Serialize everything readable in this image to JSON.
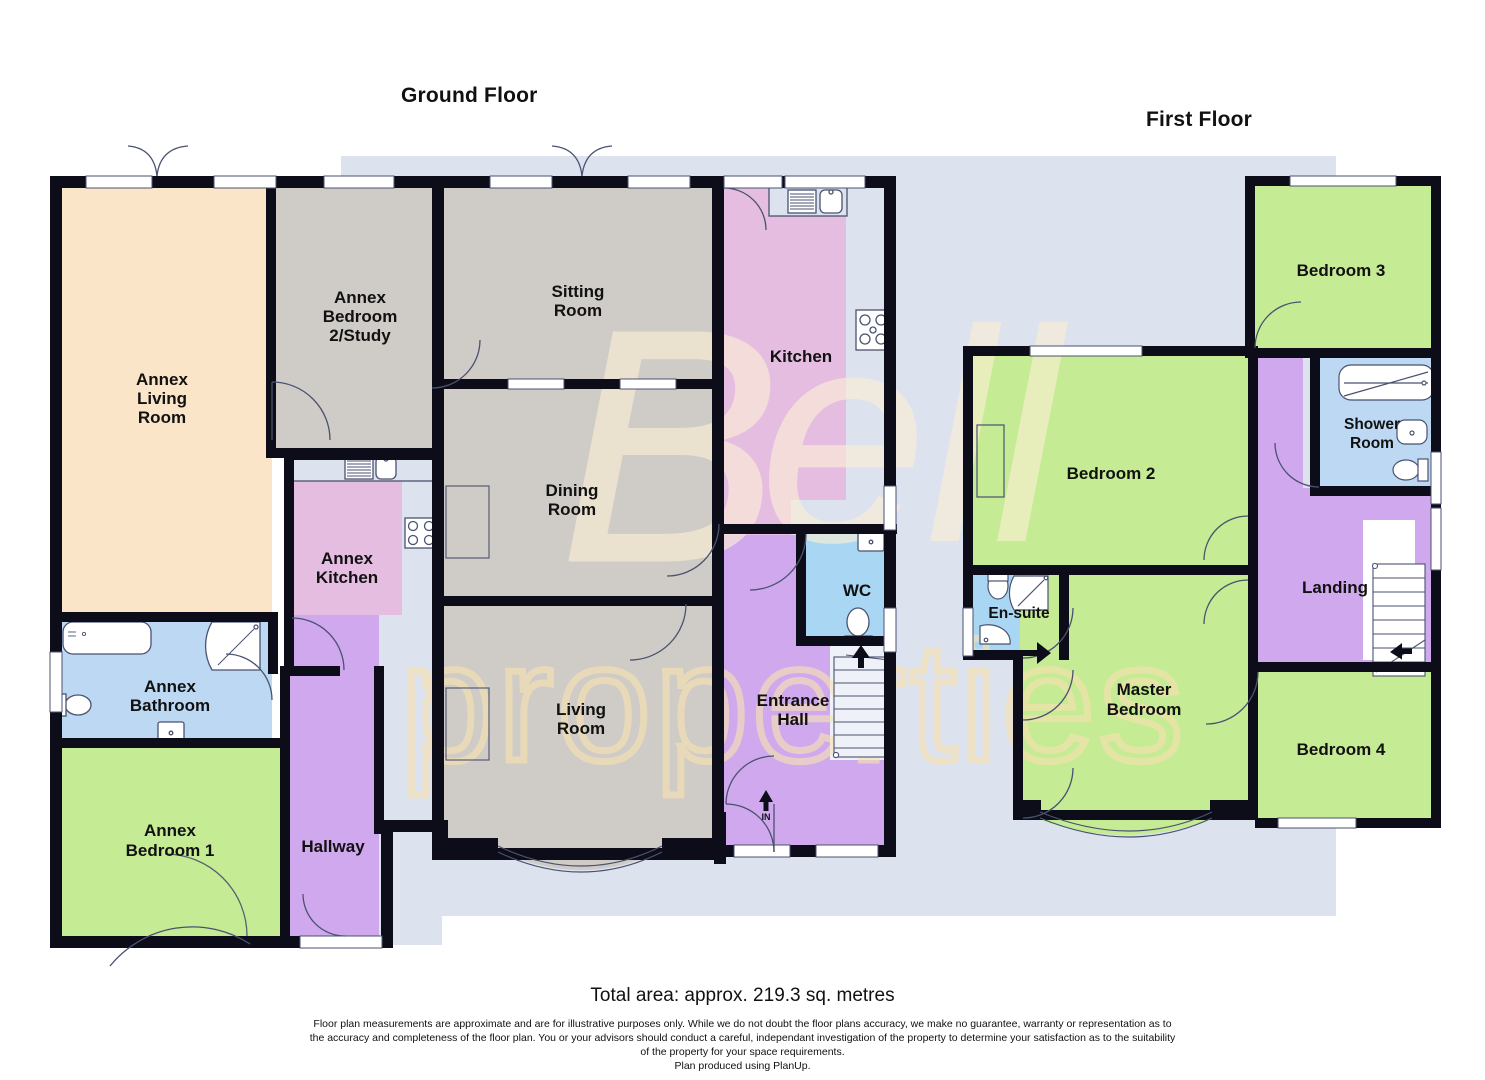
{
  "titles": {
    "ground_floor": "Ground Floor",
    "first_floor": "First Floor"
  },
  "footer": {
    "total_area": "Total area: approx. 219.3 sq. metres",
    "disclaimer_line1": "Floor plan measurements are approximate and are for illustrative purposes only. While we do not doubt the floor plans accuracy, we make no guarantee, warranty or representation as to",
    "disclaimer_line2": "the accuracy and completeness of the floor plan. You or your advisors should conduct a careful, independant investigation of the property to determine your satisfaction as to the suitability",
    "disclaimer_line3": "of the property for your space requirements.",
    "disclaimer_line4": "Plan produced using PlanUp."
  },
  "watermark": {
    "script_letter": "B",
    "brand_line1": "ell",
    "brand_line2": "properties"
  },
  "ground_floor": {
    "rooms": [
      {
        "id": "annex-living-room",
        "label_lines": [
          "Annex",
          "Living",
          "Room"
        ],
        "color": "#fae5c8"
      },
      {
        "id": "annex-bedroom-2",
        "label_lines": [
          "Annex",
          "Bedroom",
          "2/Study"
        ],
        "color": "#cfcbc6"
      },
      {
        "id": "annex-kitchen",
        "label_lines": [
          "Annex",
          "Kitchen"
        ],
        "color": "#e4bde0"
      },
      {
        "id": "annex-bathroom",
        "label_lines": [
          "Annex",
          "Bathroom"
        ],
        "color": "#bcd8f2"
      },
      {
        "id": "annex-bedroom-1",
        "label_lines": [
          "Annex",
          "Bedroom 1"
        ],
        "color": "#c5eb94"
      },
      {
        "id": "hallway",
        "label_lines": [
          "Hallway"
        ],
        "color": "#cfa8ee"
      },
      {
        "id": "sitting-room",
        "label_lines": [
          "Sitting",
          "Room"
        ],
        "color": "#cfcbc6"
      },
      {
        "id": "dining-room",
        "label_lines": [
          "Dining",
          "Room"
        ],
        "color": "#cfcbc6"
      },
      {
        "id": "living-room",
        "label_lines": [
          "Living",
          "Room"
        ],
        "color": "#cfcbc6"
      },
      {
        "id": "kitchen",
        "label_lines": [
          "Kitchen"
        ],
        "color": "#e4bde0"
      },
      {
        "id": "wc",
        "label_lines": [
          "WC"
        ],
        "color": "#a9d6f2"
      },
      {
        "id": "entrance-hall",
        "label_lines": [
          "Entrance",
          "Hall"
        ],
        "color": "#cfa8ee"
      }
    ],
    "entry_marker": "IN"
  },
  "first_floor": {
    "rooms": [
      {
        "id": "bedroom-2",
        "label_lines": [
          "Bedroom 2"
        ],
        "color": "#c5eb94"
      },
      {
        "id": "bedroom-3",
        "label_lines": [
          "Bedroom 3"
        ],
        "color": "#c5eb94"
      },
      {
        "id": "bedroom-4",
        "label_lines": [
          "Bedroom 4"
        ],
        "color": "#c5eb94"
      },
      {
        "id": "master-bedroom",
        "label_lines": [
          "Master",
          "Bedroom"
        ],
        "color": "#c5eb94"
      },
      {
        "id": "en-suite",
        "label_lines": [
          "En-suite"
        ],
        "color": "#a9d6f2"
      },
      {
        "id": "shower-room",
        "label_lines": [
          "Shower",
          "Room"
        ],
        "color": "#bcd8f2"
      },
      {
        "id": "landing",
        "label_lines": [
          "Landing"
        ],
        "color": "#cfa8ee"
      }
    ]
  },
  "room_labels": {
    "annex_living_room_1": "Annex",
    "annex_living_room_2": "Living",
    "annex_living_room_3": "Room",
    "annex_bedroom2_1": "Annex",
    "annex_bedroom2_2": "Bedroom",
    "annex_bedroom2_3": "2/Study",
    "annex_kitchen_1": "Annex",
    "annex_kitchen_2": "Kitchen",
    "annex_bathroom_1": "Annex",
    "annex_bathroom_2": "Bathroom",
    "annex_bedroom1_1": "Annex",
    "annex_bedroom1_2": "Bedroom 1",
    "hallway": "Hallway",
    "sitting_room_1": "Sitting",
    "sitting_room_2": "Room",
    "dining_room_1": "Dining",
    "dining_room_2": "Room",
    "living_room_1": "Living",
    "living_room_2": "Room",
    "kitchen": "Kitchen",
    "wc": "WC",
    "entrance_hall_1": "Entrance",
    "entrance_hall_2": "Hall",
    "in": "IN",
    "bedroom2": "Bedroom 2",
    "bedroom3": "Bedroom 3",
    "bedroom4": "Bedroom 4",
    "master_bedroom_1": "Master",
    "master_bedroom_2": "Bedroom",
    "ensuite": "En-suite",
    "shower_room_1": "Shower",
    "shower_room_2": "Room",
    "landing": "Landing"
  },
  "colors": {
    "wall": "#0d0d1a",
    "backdrop": "#dde2ef",
    "fixture_fill": "#dde2ef",
    "fixture_stroke": "#4a5270",
    "green": "#c5eb94",
    "grey": "#cfcbc6",
    "peach": "#fae5c8",
    "pink": "#e4bde0",
    "blue": "#bcd8f2",
    "purple": "#cfa8ee",
    "watermark_cream": "#fdf0d5",
    "page_bg": "#ffffff"
  }
}
